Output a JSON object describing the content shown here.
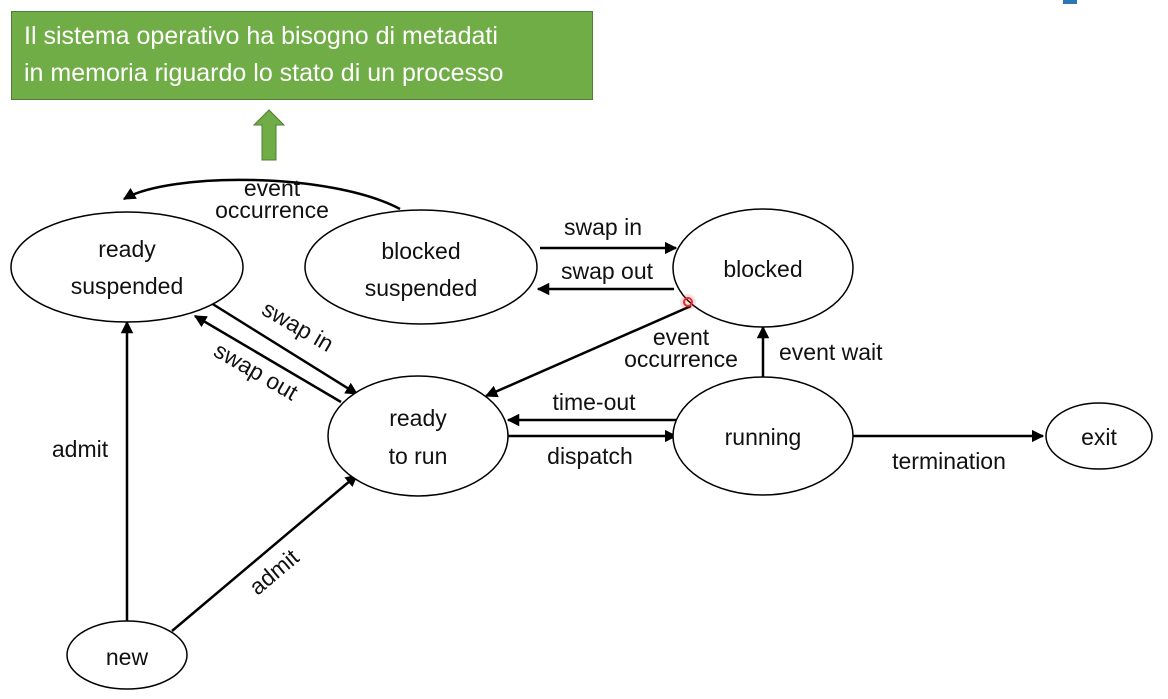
{
  "callout": {
    "lines": [
      "Il sistema operativo ha bisogno di metadati",
      "in memoria riguardo lo stato di un processo"
    ],
    "fill_color": "#70ad47",
    "border_color": "#507e32",
    "text_color": "#ffffff"
  },
  "arrow_up_color": "#70ad47",
  "accent_color": "#2e75b6",
  "states": {
    "ready_suspended": [
      "ready",
      "suspended"
    ],
    "blocked_suspended": [
      "blocked",
      "suspended"
    ],
    "blocked": [
      "blocked"
    ],
    "ready_to_run": [
      "ready",
      "to run"
    ],
    "running": [
      "running"
    ],
    "exit": [
      "exit"
    ],
    "new": [
      "new"
    ]
  },
  "transitions": {
    "event_occurrence_top": [
      "event",
      "occurrence"
    ],
    "swap_in_top": "swap in",
    "swap_out_top": "swap out",
    "swap_in_diag": "swap in",
    "swap_out_diag": "swap out",
    "event_occurrence_mid": [
      "event",
      "occurrence"
    ],
    "event_wait": "event wait",
    "time_out": "time-out",
    "dispatch": "dispatch",
    "termination": "termination",
    "admit_vertical": "admit",
    "admit_diag": "admit"
  },
  "marker_color": "#e03030"
}
